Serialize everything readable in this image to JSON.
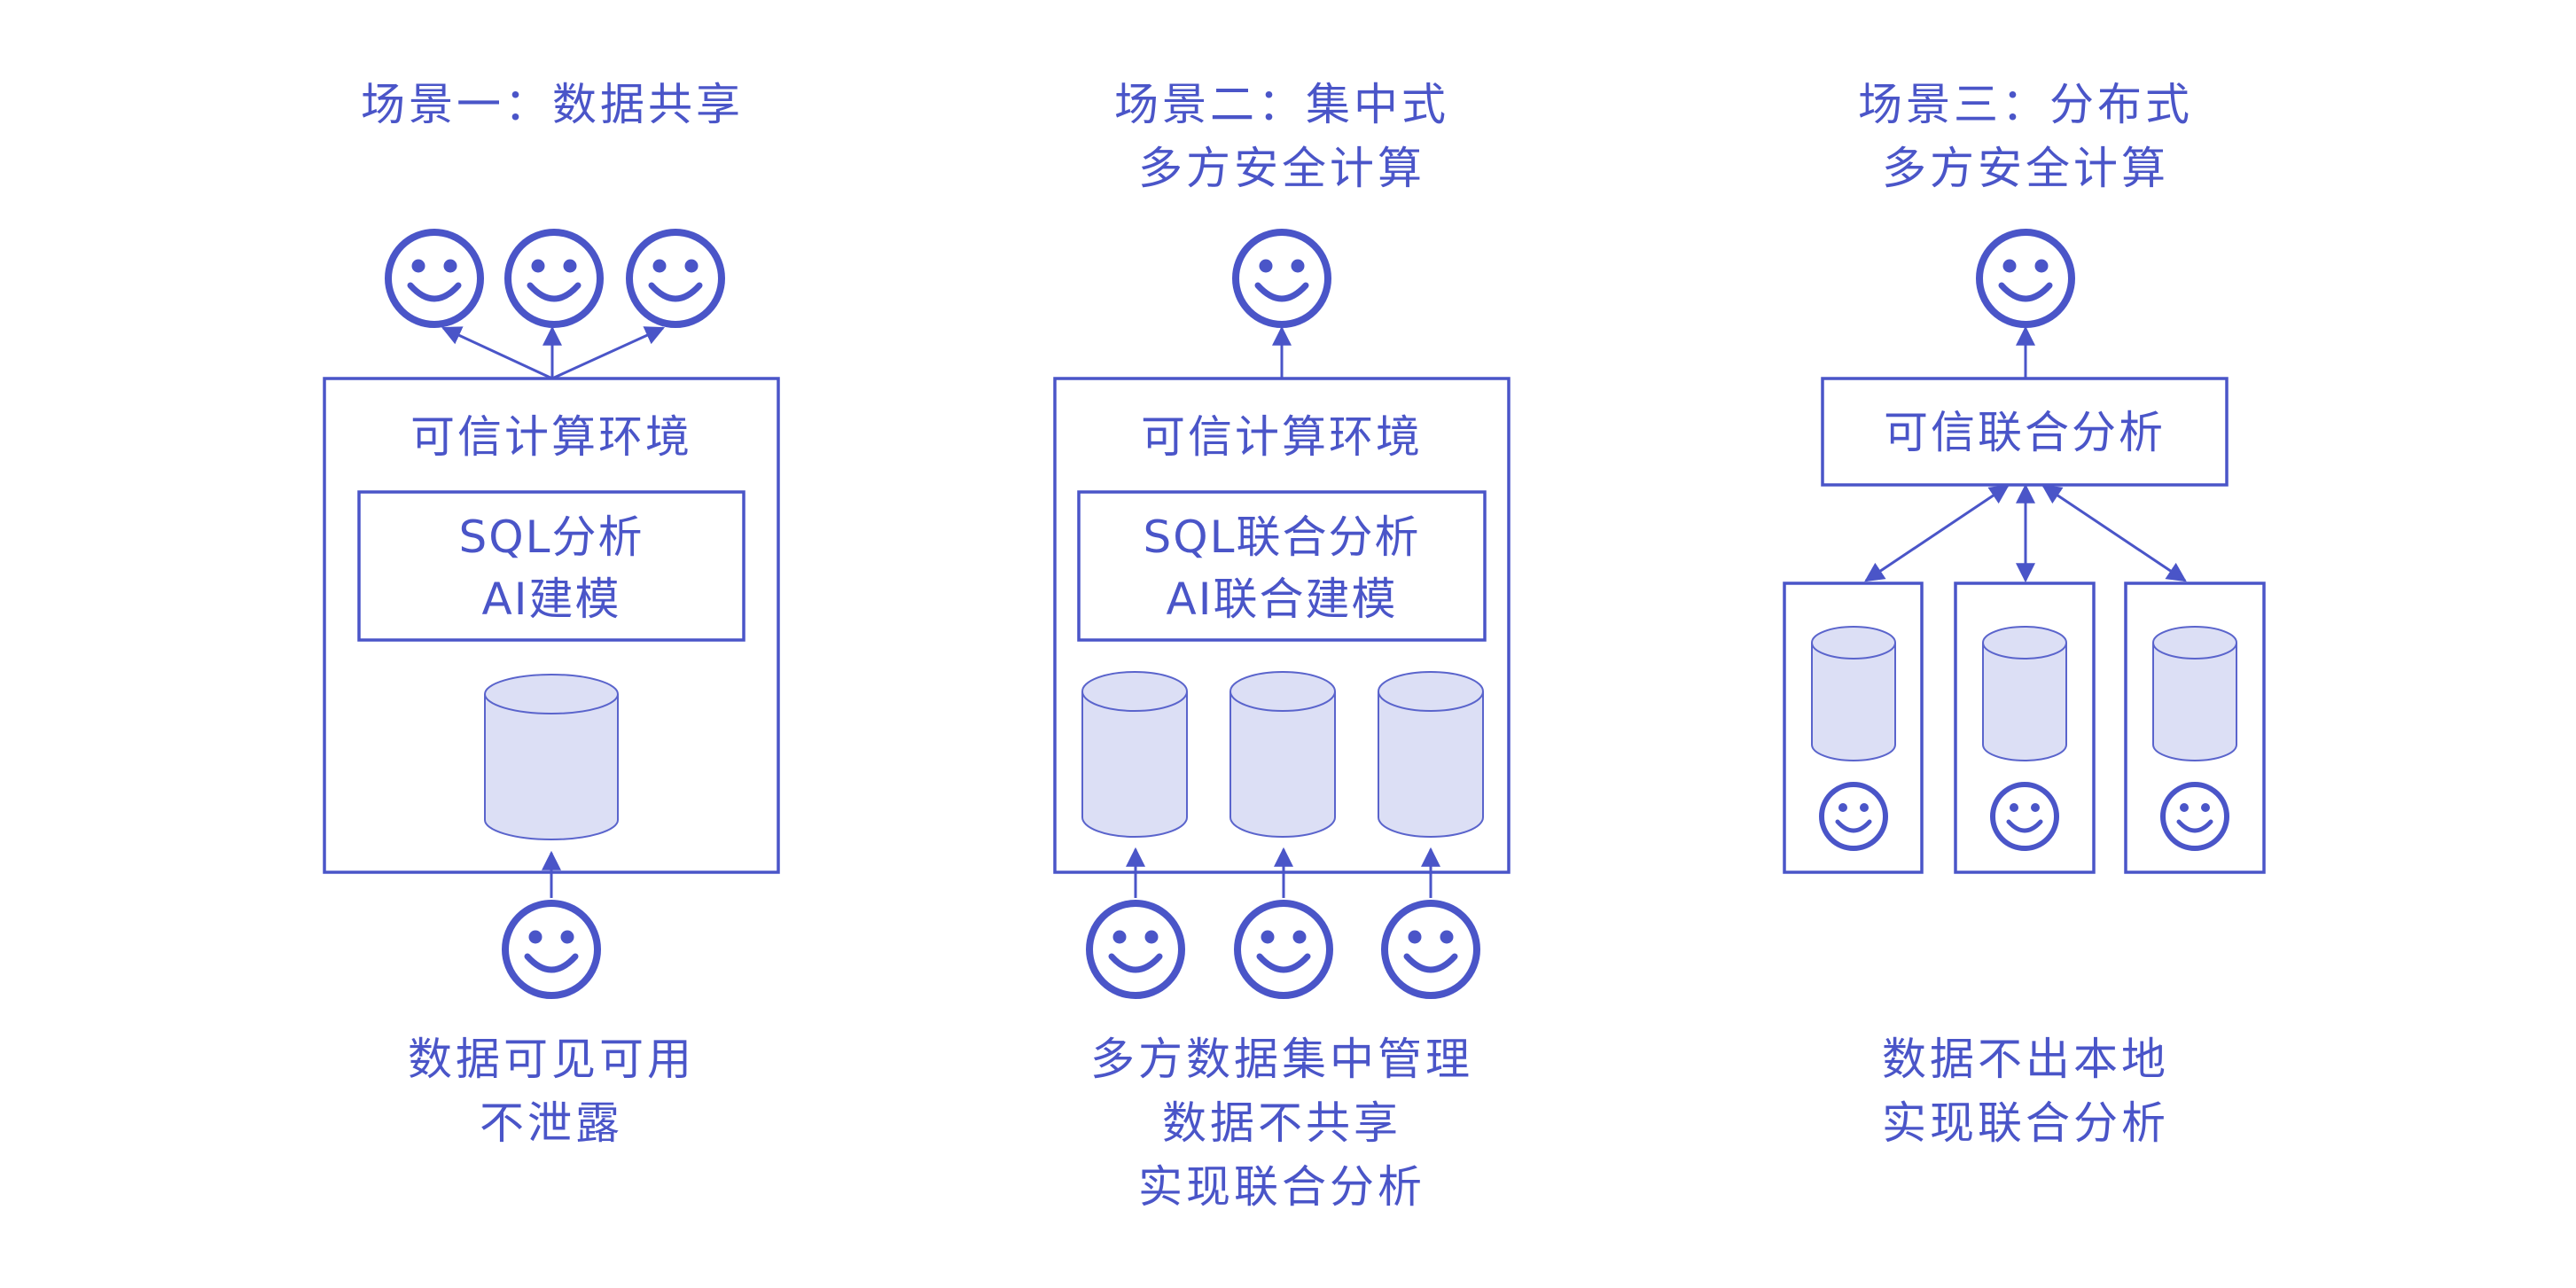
{
  "scene1": {
    "title": "场景一：数据共享",
    "box_title": "可信计算环境",
    "inner_line1": "SQL分析",
    "inner_line2": "AI建模",
    "caption_line1": "数据可见可用",
    "caption_line2": "不泄露"
  },
  "scene2": {
    "title_line1": "场景二：集中式",
    "title_line2": "多方安全计算",
    "box_title": "可信计算环境",
    "inner_line1": "SQL联合分析",
    "inner_line2": "AI联合建模",
    "caption_line1": "多方数据集中管理",
    "caption_line2": "数据不共享",
    "caption_line3": "实现联合分析"
  },
  "scene3": {
    "title_line1": "场景三：分布式",
    "title_line2": "多方安全计算",
    "box_title": "可信联合分析",
    "caption_line1": "数据不出本地",
    "caption_line2": "实现联合分析"
  },
  "icons": {
    "user": "smiley-face-icon",
    "database": "database-cylinder-icon"
  },
  "colors": {
    "accent": "#4a55c8",
    "cylinder_fill": "#dcdff5",
    "background": "#ffffff"
  }
}
